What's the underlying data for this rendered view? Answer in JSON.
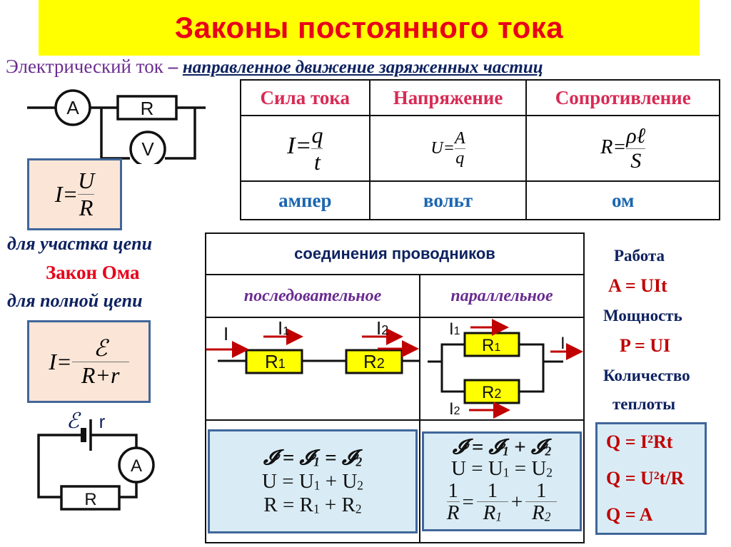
{
  "header": {
    "title": "Законы постоянного тока",
    "term": "Электрический ток",
    "dash": "–",
    "definition": "направленное движение заряженных частиц"
  },
  "circuit_top": {
    "ammeter": "A",
    "resistor": "R",
    "voltmeter": "V"
  },
  "ohm": {
    "section_formula": {
      "lhs": "I=",
      "num": "U",
      "den": "R"
    },
    "section_caption": "для участка цепи",
    "law_title": "Закон Ома",
    "full_caption": "для полной цепи",
    "full_formula": {
      "lhs": "I=",
      "num": "ℰ",
      "den": "R+r"
    }
  },
  "circuit_bottom": {
    "emf": "ℰ",
    "internal_r": "r",
    "ammeter": "A",
    "resistor": "R"
  },
  "quantities": {
    "headers": [
      "Сила тока",
      "Напряжение",
      "Сопротивление"
    ],
    "formulas": [
      {
        "lhs": "I=",
        "num": "q",
        "den": "t"
      },
      {
        "lhs": "U=",
        "num": "A",
        "den": "q"
      },
      {
        "lhs": "R=",
        "num": "ρℓ",
        "den": "S"
      }
    ],
    "units": [
      "ампер",
      "вольт",
      "ом"
    ]
  },
  "connections": {
    "title": "соединения проводников",
    "series": {
      "label": "последовательное",
      "I": "I",
      "I1": "I",
      "I1_sub": "1",
      "I2": "I",
      "I2_sub": "2",
      "R1": "R",
      "R1_sub": "1",
      "R2": "R",
      "R2_sub": "2",
      "laws": {
        "current": {
          "a": "𝓘",
          "eq1": " = ",
          "b": "𝓘",
          "b_sub": "1",
          "eq2": " = ",
          "c": "𝓘",
          "c_sub": "2"
        },
        "voltage": {
          "a": "U",
          "eq1": " = ",
          "b": "U",
          "b_sub": "1",
          "op": " + ",
          "c": "U",
          "c_sub": "2"
        },
        "resistance": {
          "a": "R",
          "eq1": " = ",
          "b": "R",
          "b_sub": "1",
          "op": " + ",
          "c": "R",
          "c_sub": "2"
        }
      }
    },
    "parallel": {
      "label": "параллельное",
      "I": "I",
      "I1": "I",
      "I1_sub": "1",
      "I2": "I",
      "I2_sub": "2",
      "R1": "R",
      "R1_sub": "1",
      "R2": "R",
      "R2_sub": "2",
      "laws": {
        "current": {
          "a": "𝓘",
          "eq1": " = ",
          "b": "𝓘",
          "b_sub": "1",
          "op": " + ",
          "c": "𝓘",
          "c_sub": "2"
        },
        "voltage": {
          "a": "U",
          "eq1": " = ",
          "b": "U",
          "b_sub": "1",
          "eq2": " = ",
          "c": "U",
          "c_sub": "2"
        },
        "resistance": {
          "one": "1",
          "R": "R",
          "eq": "=",
          "R1": "R",
          "R1_sub": "1",
          "plus": "+",
          "R2": "R",
          "R2_sub": "2"
        }
      }
    }
  },
  "energy": {
    "work_label": "Работа",
    "work_formula": "A = UIt",
    "power_label": "Мощность",
    "power_formula": "P = UI",
    "heat_label_1": "Количество",
    "heat_label_2": "теплоты",
    "heat_formulas": [
      "Q = I²Rt",
      "Q = U²t/R",
      "Q = A"
    ]
  },
  "colors": {
    "title_bg": "#ffff00",
    "title_text": "#e8001a",
    "arrow": "#c00000",
    "resistor_fill": "#ffff00",
    "formula_box": "#fbe5d6",
    "law_box": "#d9ecf5"
  }
}
